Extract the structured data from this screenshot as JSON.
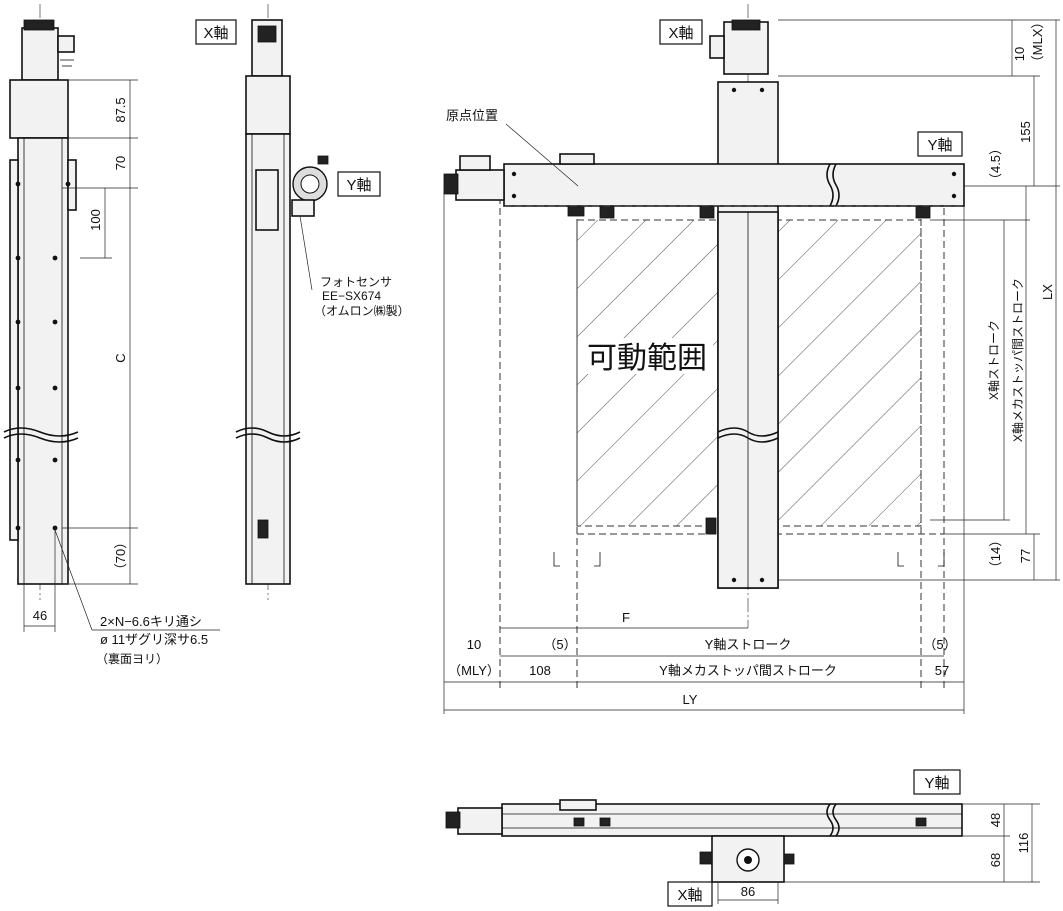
{
  "labels": {
    "x_axis": "X軸",
    "y_axis": "Y軸",
    "origin": "原点位置",
    "movable_range": "可動範囲",
    "photo_sensor_1": "フォトセンサ",
    "photo_sensor_2": "EE−SX674",
    "photo_sensor_3": "（オムロン㈱製）",
    "hole_1": "2×N−6.6キリ通シ",
    "hole_2": "ø 11ザグリ深サ6.5",
    "hole_3": "（裏面ヨリ）",
    "x_stroke": "X軸ストローク",
    "x_mech_stroke": "X軸メカストッパ間ストローク",
    "y_stroke": "Y軸ストローク",
    "y_mech_stroke": "Y軸メカストッパ間ストローク"
  },
  "dims": {
    "d87_5": "87.5",
    "d70": "70",
    "d100": "100",
    "c": "C",
    "d70p": "（70）",
    "d46": "46",
    "d10": "10",
    "mlx": "（MLX）",
    "d155": "155",
    "d4_5": "（4.5）",
    "lx": "LX",
    "d14": "（14）",
    "d77": "77",
    "f": "F",
    "d5": "（5）",
    "mly": "（MLY）",
    "d108": "108",
    "d57": "57",
    "ly": "LY",
    "d48": "48",
    "d116": "116",
    "d68": "68",
    "d86": "86"
  }
}
